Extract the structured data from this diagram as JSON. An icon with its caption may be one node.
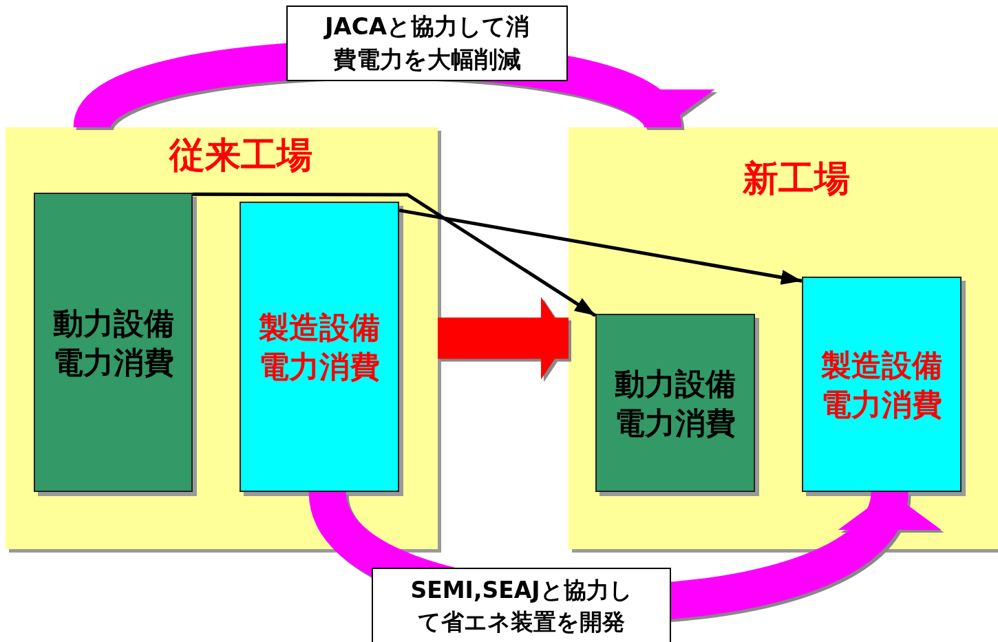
{
  "diagram": {
    "nodes": [
      {
        "text": [
          "従来工場"
        ]
      },
      {
        "text": [
          "動力設備電力消費"
        ],
        "in": 0
      },
      {
        "text": [
          "製造設備電力消費"
        ],
        "in": 0
      },
      {
        "text": [
          "新工場"
        ]
      },
      {
        "text": [
          "動力設備電力消費"
        ],
        "in": 3
      },
      {
        "text": [
          "製造設備電力消費"
        ],
        "in": 3
      }
    ],
    "edges": [
      {
        "from": 1,
        "to": 4,
        "arrow": "to"
      },
      {
        "from": 2,
        "to": 5,
        "arrow": "to"
      },
      {
        "from": 0,
        "to": 3,
        "arrow": "to",
        "color": "#ff0000"
      },
      {
        "from": 0,
        "to": 3,
        "arrow": "to",
        "color": "#ff00ff",
        "label": "JACAと協力して消費電力を大幅削減"
      },
      {
        "from": 2,
        "to": 5,
        "arrow": "to",
        "color": "#ff00ff",
        "label": "SEMI,SEAJと協力して省エネ装置を開発"
      }
    ]
  }
}
